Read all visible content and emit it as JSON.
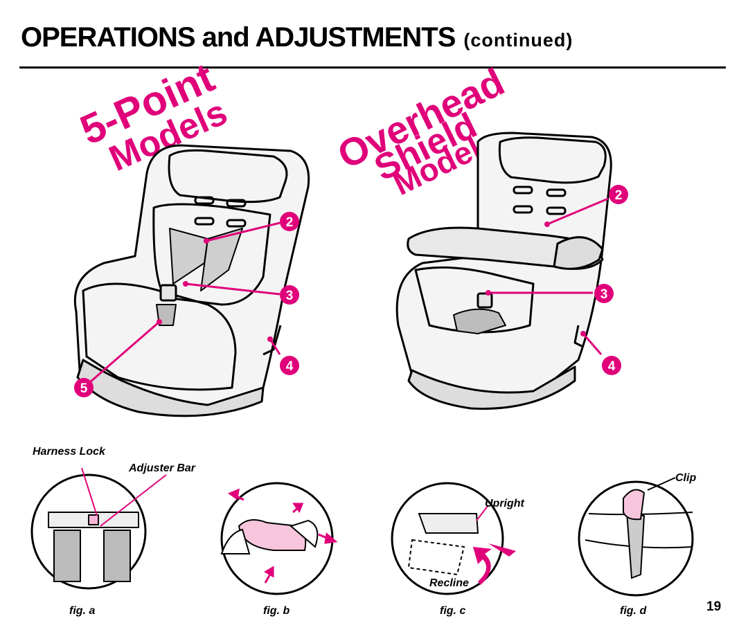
{
  "header": {
    "title": "OPERATIONS and ADJUSTMENTS",
    "continued": "(continued)"
  },
  "models": {
    "five_point": {
      "line1": "5-Point",
      "line2": "Models"
    },
    "overhead": {
      "line1": "Overhead",
      "line2": "Shield",
      "line3": "Models"
    }
  },
  "callouts": {
    "left": [
      "2",
      "3",
      "4",
      "5"
    ],
    "right": [
      "2",
      "3",
      "4"
    ]
  },
  "labels": {
    "harness_lock": "Harness Lock",
    "adjuster_bar": "Adjuster Bar",
    "upright": "Upright",
    "recline": "Recline",
    "clip": "Clip"
  },
  "figures": [
    "fig. a",
    "fig. b",
    "fig. c",
    "fig. d"
  ],
  "page_number": "19",
  "colors": {
    "accent": "#e0007a",
    "ink": "#000000"
  }
}
